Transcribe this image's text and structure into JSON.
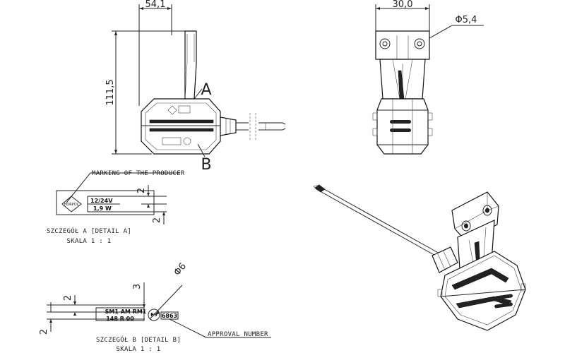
{
  "front_view": {
    "width_dim": "54,1",
    "height_dim": "111,5",
    "detail_a_marker": "A",
    "detail_b_marker": "B"
  },
  "side_view": {
    "width_dim": "30,0",
    "hole_dim": "Φ5,4"
  },
  "detail_a": {
    "callout": "MARKING OF THE PRODUCER",
    "logo_text": "HORPOL",
    "voltage": "12/24V",
    "power": "1,9 W",
    "dim_top": "2",
    "dim_bottom": "2",
    "caption": "SZCZEGÓŁ A [DETAIL A]",
    "scale": "SKALA 1 : 1"
  },
  "detail_b": {
    "line1": "SM1 AM RM1",
    "line2": "148 R 00",
    "approval_mark": "E9",
    "approval_number": "6863",
    "dim_left": "2",
    "dim_mid": "3",
    "dim_low": "2",
    "dim_circle": "Φ6",
    "callout": "APPROVAL NUMBER",
    "caption": "SZCZEGÓŁ B [DETAIL B]",
    "scale": "SKALA 1 : 1"
  }
}
